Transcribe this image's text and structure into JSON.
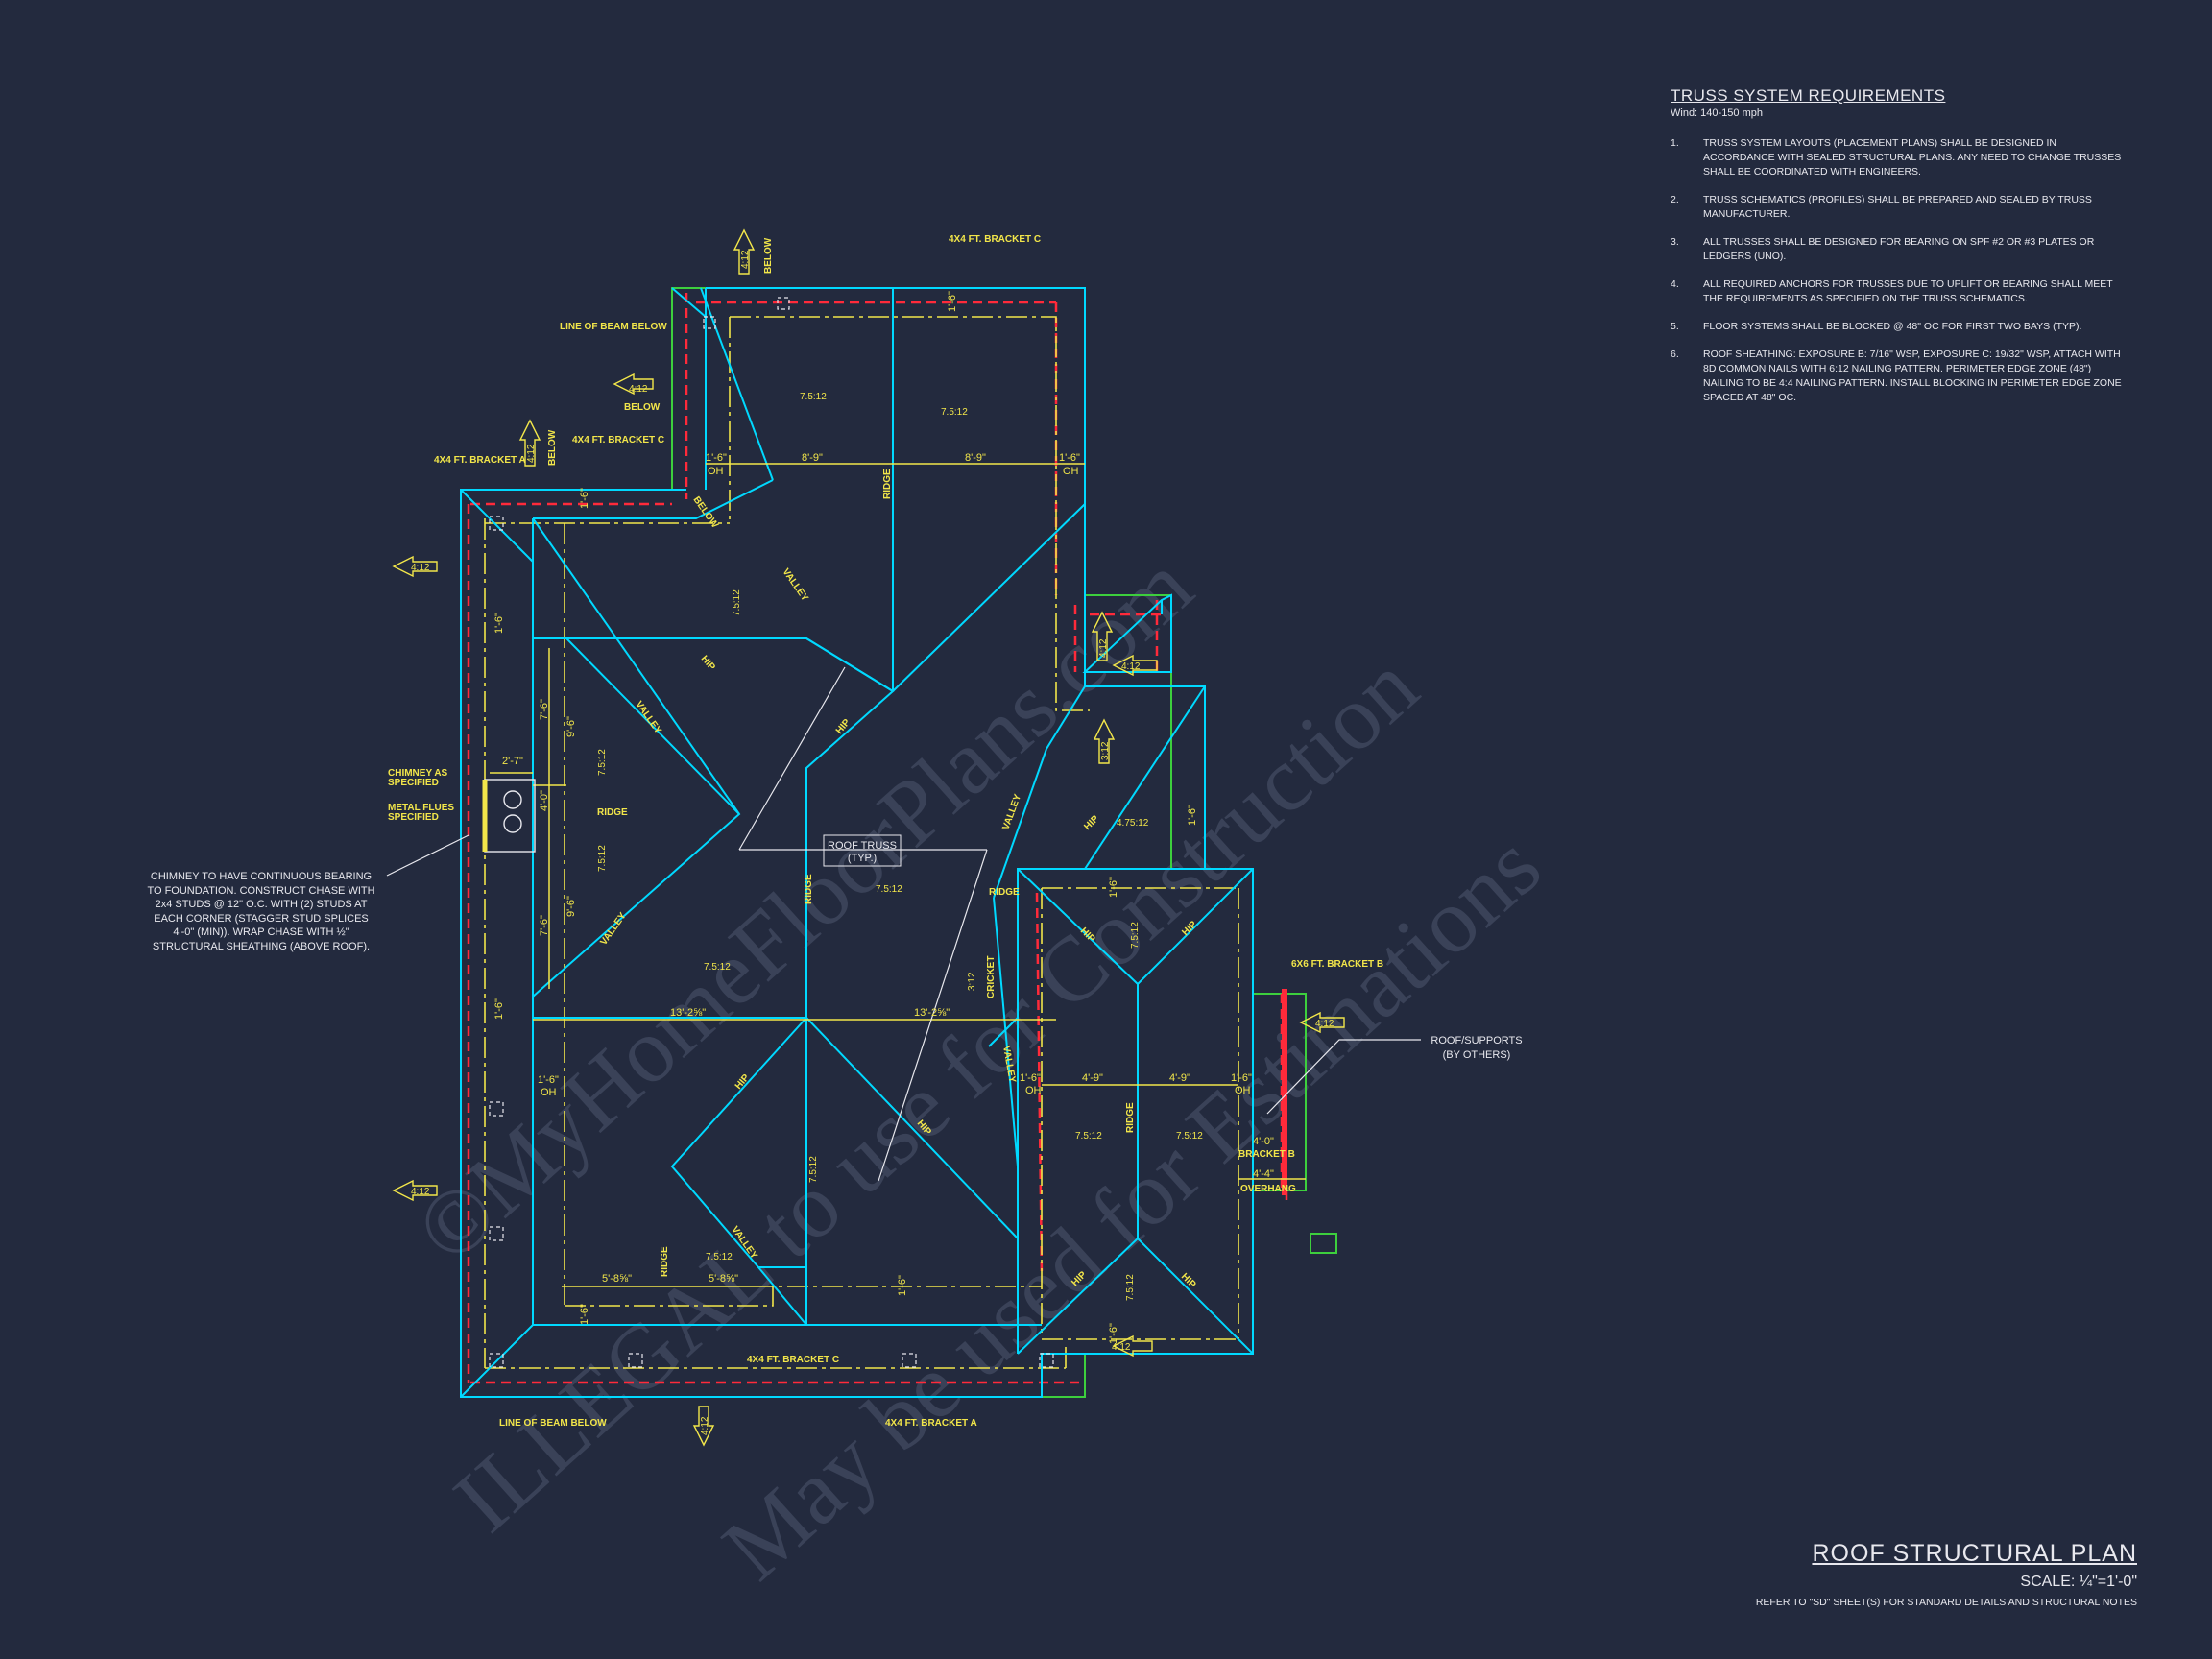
{
  "sheet": {
    "title": "ROOF STRUCTURAL PLAN",
    "scale": "SCALE: ¼\"=1'-0\"",
    "reference": "REFER TO \"SD\" SHEET(S) FOR STANDARD DETAILS AND STRUCTURAL NOTES"
  },
  "watermark": {
    "line1": "©MyHomeFloorPlans.com",
    "line2": "ILLEGAL to use for Construction",
    "line3": "May be used for Estimations"
  },
  "truss_notes": {
    "title": "TRUSS SYSTEM REQUIREMENTS",
    "wind": "Wind: 140-150 mph",
    "items": [
      {
        "num": "1.",
        "text": "TRUSS SYSTEM LAYOUTS (PLACEMENT PLANS) SHALL BE DESIGNED IN ACCORDANCE WITH SEALED STRUCTURAL PLANS. ANY NEED TO CHANGE TRUSSES SHALL BE COORDINATED WITH ENGINEERS."
      },
      {
        "num": "2.",
        "text": "TRUSS SCHEMATICS (PROFILES) SHALL BE PREPARED AND SEALED BY TRUSS MANUFACTURER."
      },
      {
        "num": "3.",
        "text": "ALL TRUSSES SHALL BE DESIGNED FOR BEARING ON SPF #2 OR #3 PLATES OR LEDGERS (UNO)."
      },
      {
        "num": "4.",
        "text": "ALL REQUIRED ANCHORS FOR TRUSSES DUE TO UPLIFT OR BEARING SHALL MEET THE REQUIREMENTS AS SPECIFIED ON THE TRUSS SCHEMATICS."
      },
      {
        "num": "5.",
        "text": "FLOOR SYSTEMS SHALL BE BLOCKED @ 48\" OC FOR FIRST TWO BAYS (TYP)."
      },
      {
        "num": "6.",
        "text": "ROOF SHEATHING: EXPOSURE B: 7/16\" WSP, EXPOSURE C: 19/32\" WSP, ATTACH WITH 8d COMMON NAILS WITH 6:12 NAILING PATTERN. PERIMETER EDGE ZONE (48\") NAILING TO BE 4:4 NAILING PATTERN. INSTALL BLOCKING IN PERIMETER EDGE ZONE SPACED AT 48\" OC."
      }
    ]
  },
  "plan": {
    "roof_truss": "ROOF TRUSS",
    "roof_truss_typ": "(TYP.)",
    "chimney_note": [
      "CHIMNEY TO HAVE CONTINUOUS BEARING",
      "TO FOUNDATION. CONSTRUCT CHASE WITH",
      "2x4 STUDS @ 12\" O.C. WITH (2) STUDS AT",
      "EACH CORNER (STAGGER STUD SPLICES",
      "4'-0\" (MIN)). WRAP CHASE WITH ½\"",
      "STRUCTURAL SHEATHING (ABOVE ROOF)."
    ],
    "chimney_as": "CHIMNEY AS",
    "specified": "SPECIFIED",
    "metal_flues": "METAL FLUES",
    "roof_supports": "ROOF/SUPPORTS",
    "by_others": "(BY OTHERS)",
    "bracket_a_top": "4X4 FT. BRACKET A",
    "bracket_c_top": "4X4 FT. BRACKET C",
    "bracket_c_mid": "4X4 FT. BRACKET C",
    "bracket_c_bottom": "4X4 FT. BRACKET C",
    "bracket_a_bottom": "4X4 FT. BRACKET A",
    "bracket_b": "6X6 FT. BRACKET B",
    "line_of_beam_top": "LINE OF BEAM BELOW",
    "line_of_beam_bottom": "LINE OF BEAM BELOW",
    "below": "BELOW",
    "ridge": "RIDGE",
    "valley": "VALLEY",
    "hip": "HIP",
    "cricket": "CRICKET",
    "oh": "OH",
    "oh_dim": "1'-6\"",
    "dim_8_9": "8'-9\"",
    "dim_13": "13'-2⅝\"",
    "dim_7_6": "7'-6\"",
    "dim_9_6": "9'-6\"",
    "dim_4_0": "4'-0\"",
    "dim_2_7": "2'-7\"",
    "dim_4_9": "4'-9\"",
    "dim_5_8": "5'-8⅝\"",
    "dim_4_0b": "4'-0\"",
    "bracket_b_label": "BRACKET B",
    "dim_4_4": "4'-4\"",
    "overhang": "OVERHANG",
    "pitch_4": "4:12",
    "pitch_75": "7.5:12",
    "pitch_475": "4.75:12",
    "pitch_3": "3:12"
  },
  "colors": {
    "background": "#232a3e",
    "wall": "#00d9ff",
    "dim": "#f2e64a",
    "beam": "#ff2a3a",
    "outline": "#3dcf3d",
    "text": "#e8e8ee"
  }
}
